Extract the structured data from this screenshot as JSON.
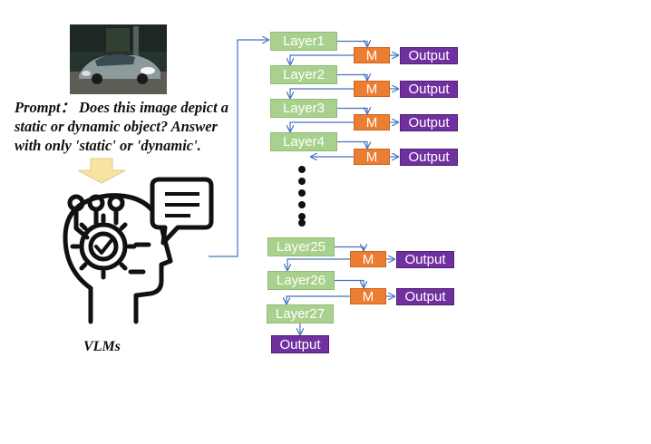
{
  "prompt": {
    "text": "Prompt： Does this image depict a static or dynamic object? Answer with only 'static' or 'dynamic'."
  },
  "vlm_label": "VLMs",
  "layers": [
    {
      "label": "Layer1",
      "has_branch": true,
      "m_label": "M",
      "output_label": "Output"
    },
    {
      "label": "Layer2",
      "has_branch": true,
      "m_label": "M",
      "output_label": "Output"
    },
    {
      "label": "Layer3",
      "has_branch": true,
      "m_label": "M",
      "output_label": "Output"
    },
    {
      "label": "Layer4",
      "has_branch": true,
      "m_label": "M",
      "output_label": "Output"
    },
    {
      "label": "Layer25",
      "has_branch": true,
      "m_label": "M",
      "output_label": "Output"
    },
    {
      "label": "Layer26",
      "has_branch": true,
      "m_label": "M",
      "output_label": "Output"
    },
    {
      "label": "Layer27",
      "has_branch": false,
      "final_output_label": "Output"
    }
  ],
  "colors": {
    "layer": "#a9d18e",
    "m": "#ed7d31",
    "output": "#7030a0",
    "arrow": "#4472c4",
    "hint_arrow": "#f8e3a3"
  },
  "icons": [
    "car-photo",
    "brain-gear-head-icon",
    "chat-bubble-icon",
    "down-arrow-icon",
    "ellipsis-dots"
  ]
}
